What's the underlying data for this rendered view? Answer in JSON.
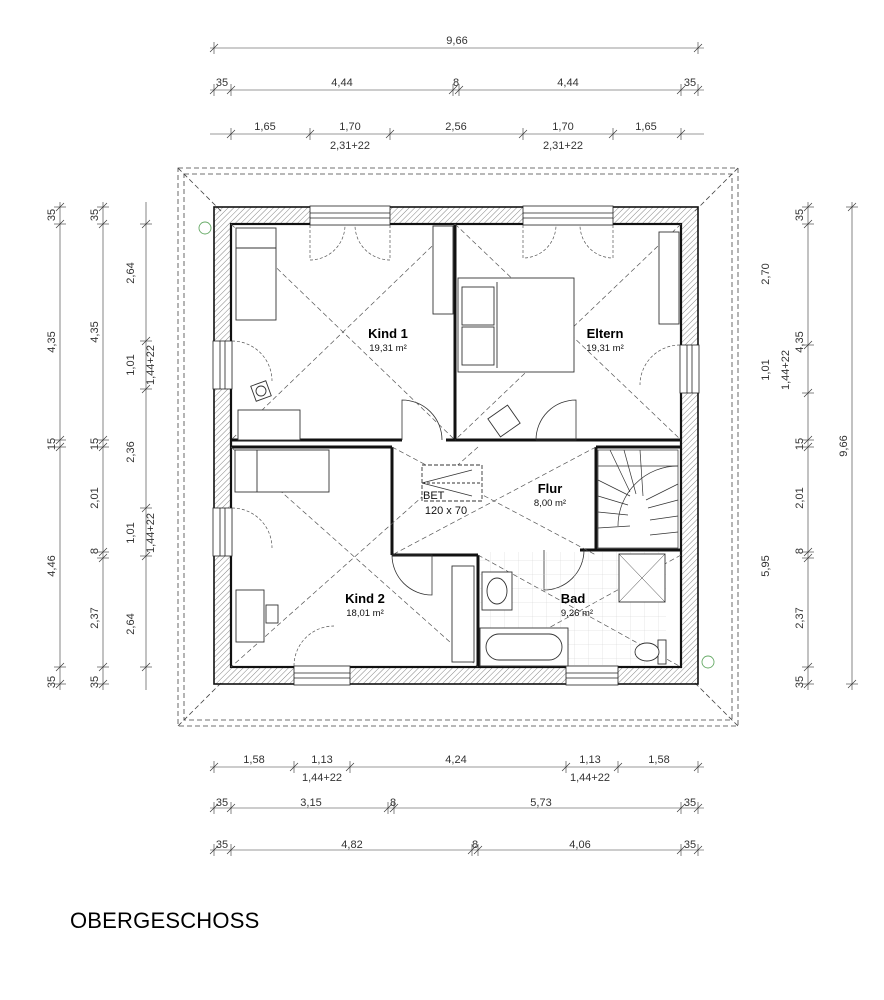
{
  "title": "OBERGESCHOSS",
  "rooms": [
    {
      "name": "Kind 1",
      "area": "19,31 m²"
    },
    {
      "name": "Eltern",
      "area": "19,31 m²"
    },
    {
      "name": "Flur",
      "area": "8,00 m²"
    },
    {
      "name": "Kind 2",
      "area": "18,01 m²"
    },
    {
      "name": "Bad",
      "area": "9,26 m²"
    }
  ],
  "furniture": {
    "bed_label": "BET",
    "bed_size": "120 x 70"
  },
  "dimensions": {
    "top": {
      "row1": [
        "9,66"
      ],
      "row2": [
        "35",
        "4,44",
        "8",
        "4,44",
        "35"
      ],
      "row3": [
        "1,65",
        "1,70",
        "2,56",
        "1,70",
        "1,65"
      ],
      "row3_sub": [
        "2,31+22",
        "2,31+22"
      ]
    },
    "bottom": {
      "row1": [
        "1,58",
        "1,13",
        "4,24",
        "1,13",
        "1,58"
      ],
      "row1_sub": [
        "1,44+22",
        "1,44+22"
      ],
      "row2": [
        "35",
        "3,15",
        "8",
        "5,73",
        "35"
      ],
      "row3": [
        "35",
        "4,82",
        "8",
        "4,06",
        "35"
      ]
    },
    "left": {
      "col1": [
        "35",
        "4,35",
        "15",
        "4,46",
        "35"
      ],
      "col2": [
        "35",
        "4,35",
        "15",
        "2,01",
        "8",
        "2,37",
        "35"
      ],
      "col3": [
        "2,64",
        "1,01",
        "2,36",
        "1,01",
        "2,64"
      ],
      "col3_sub": [
        "1,44+22",
        "1,44+22"
      ]
    },
    "right": {
      "col1": [
        "35",
        "2,70",
        "1,01",
        "15",
        "2,01",
        "8",
        "2,37",
        "35"
      ],
      "col1_sub": [
        "1,44+22"
      ],
      "col2": [
        "4,35",
        "5,95"
      ],
      "col3": [
        "9,66"
      ]
    }
  }
}
